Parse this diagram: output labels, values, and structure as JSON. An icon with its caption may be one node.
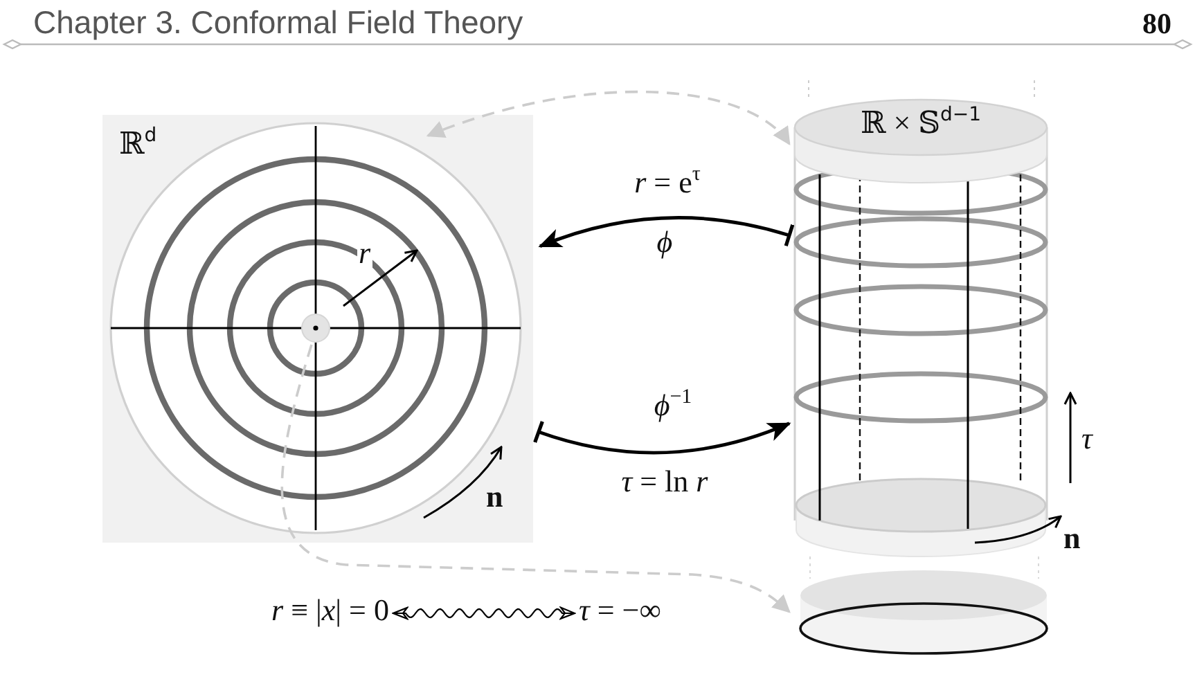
{
  "diagram": {
    "nodes": [
      {
        "text": [
          "ℝ$^{d}$"
        ]
      },
      {
        "text": [
          "ℝ × 𝕊$^{d−1}$"
        ]
      },
      {
        "text": [],
        "shape": "circle",
        "in": 0
      },
      {
        "text": [],
        "shape": "cylinder"
      },
      {
        "text": [
          "*r* ≡ |*x*| = 0"
        ]
      },
      {
        "text": [
          "*τ* = −∞"
        ]
      }
    ],
    "edges": [
      {
        "from": 1,
        "to": 0,
        "arrow": "both",
        "style": "dashed",
        "color": "#cccccc"
      },
      {
        "from": 1,
        "to": 0,
        "arrow": "to",
        "label": "*ϕ*"
      },
      {
        "from": 0,
        "to": 1,
        "arrow": "to",
        "label": "*ϕ*$^{−1}$"
      },
      {
        "from": 2,
        "to": 3,
        "arrow": "to",
        "style": "dashed",
        "color": "#cccccc"
      },
      {
        "from": 4,
        "to": 5,
        "arrow": "both"
      }
    ],
    "labels": [
      "Chapter 3. Conformal Field Theory",
      "80",
      "*r* = e$^{τ}$",
      "*r*",
      "*τ*",
      "*τ* = ln *r*",
      "n",
      "n"
    ]
  }
}
